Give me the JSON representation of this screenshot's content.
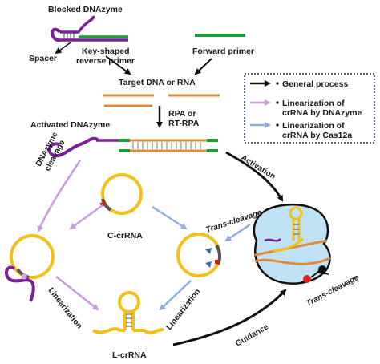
{
  "labels": {
    "blocked_dnazyme": "Blocked DNAzyme",
    "spacer": "Spacer",
    "key_primer_1": "Key-shaped",
    "key_primer_2": "reverse primer",
    "forward_primer": "Forward primer",
    "target": "Target DNA or RNA",
    "rpa_1": "RPA or",
    "rpa_2": "RT-RPA",
    "activated_dnazyme": "Activated DNAzyme",
    "activation": "Activation",
    "dnazyme_cleavage_1": "DNAzyme",
    "dnazyme_cleavage_2": "cleavage",
    "c_crrna": "C-crRNA",
    "trans_cleavage_1": "Trans-cleavage",
    "trans_cleavage_2": "Trans-cleavage",
    "linearization_left": "Linearization",
    "linearization_right": "Linearization",
    "l_crrna": "L-crRNA",
    "guidance": "Guidance"
  },
  "legend": {
    "items": [
      {
        "text_1": "General process",
        "text_2": "",
        "color": "#111111"
      },
      {
        "text_1": "Linearization of",
        "text_2": "crRNA by DNAzyme",
        "color": "#c99be0"
      },
      {
        "text_1": "Linearization of",
        "text_2": "crRNA by Cas12a",
        "color": "#8eaedd"
      }
    ]
  },
  "colors": {
    "dnazyme": "#7b1f9a",
    "primer_green": "#1f9a3a",
    "strand_orange": "#e08a3c",
    "crrna_yellow": "#f2c018",
    "cas12a_blue": "#bfe3f5",
    "arrow_purple": "#c99be0",
    "arrow_blue": "#8eaedd"
  }
}
